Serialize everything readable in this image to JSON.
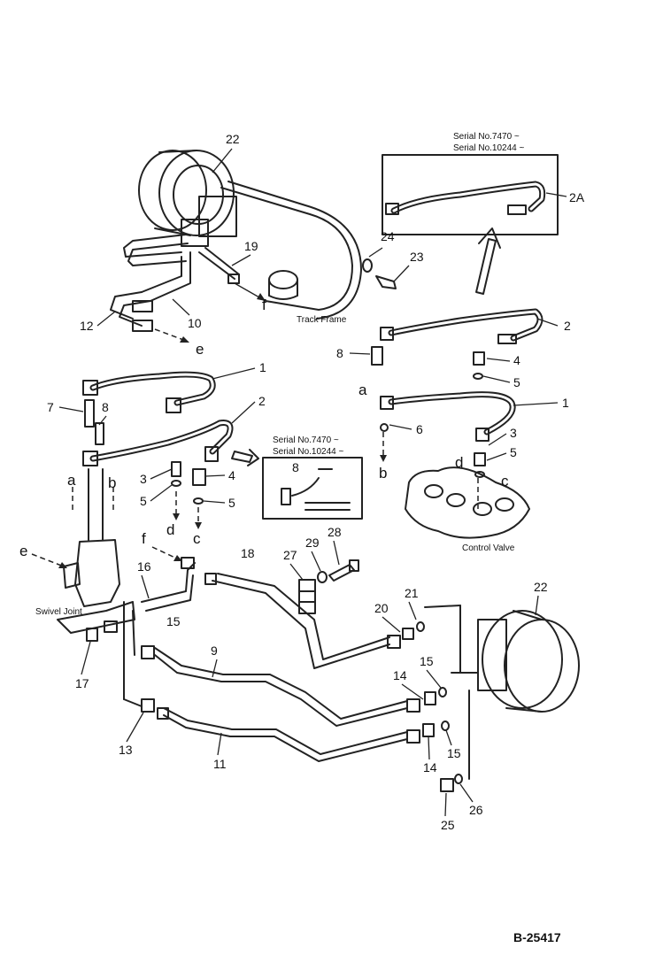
{
  "drawing_number": "B-25417",
  "notes": {
    "top_serial_1": "Serial No.7470 ~",
    "top_serial_2": "Serial No.10244 ~",
    "mid_serial_1": "Serial No.7470 ~",
    "mid_serial_2": "Serial No.10244 ~"
  },
  "labels": {
    "track_frame": "Track Frame",
    "control_valve": "Control Valve",
    "swivel_joint": "Swivel Joint"
  },
  "callouts": {
    "p1a": "1",
    "p1b": "1",
    "p2a": "2",
    "p2b": "2",
    "p2A": "2A",
    "p3a": "3",
    "p3b": "3",
    "p4a": "4",
    "p4b": "4",
    "p5a": "5",
    "p5b": "5",
    "p5c": "5",
    "p5d": "5",
    "p6": "6",
    "p7": "7",
    "p8a": "8",
    "p8b": "8",
    "p8c": "8",
    "p9": "9",
    "p10": "10",
    "p11": "11",
    "p12": "12",
    "p13": "13",
    "p14a": "14",
    "p14b": "14",
    "p15a": "15",
    "p15b": "15",
    "p16": "16",
    "p17": "17",
    "p18": "18",
    "p19": "19",
    "p20": "20",
    "p21": "21",
    "p22a": "22",
    "p22b": "22",
    "p23": "23",
    "p24": "24",
    "p25": "25",
    "p26": "26",
    "p27": "27",
    "p28": "28",
    "p29": "29"
  },
  "connection_letters": {
    "a1": "a",
    "b1": "b",
    "a2": "a",
    "b2": "b",
    "c1": "c",
    "d1": "d",
    "c2": "c",
    "d2": "d",
    "e1": "e",
    "e2": "e",
    "f1": "f",
    "f2": "f"
  }
}
